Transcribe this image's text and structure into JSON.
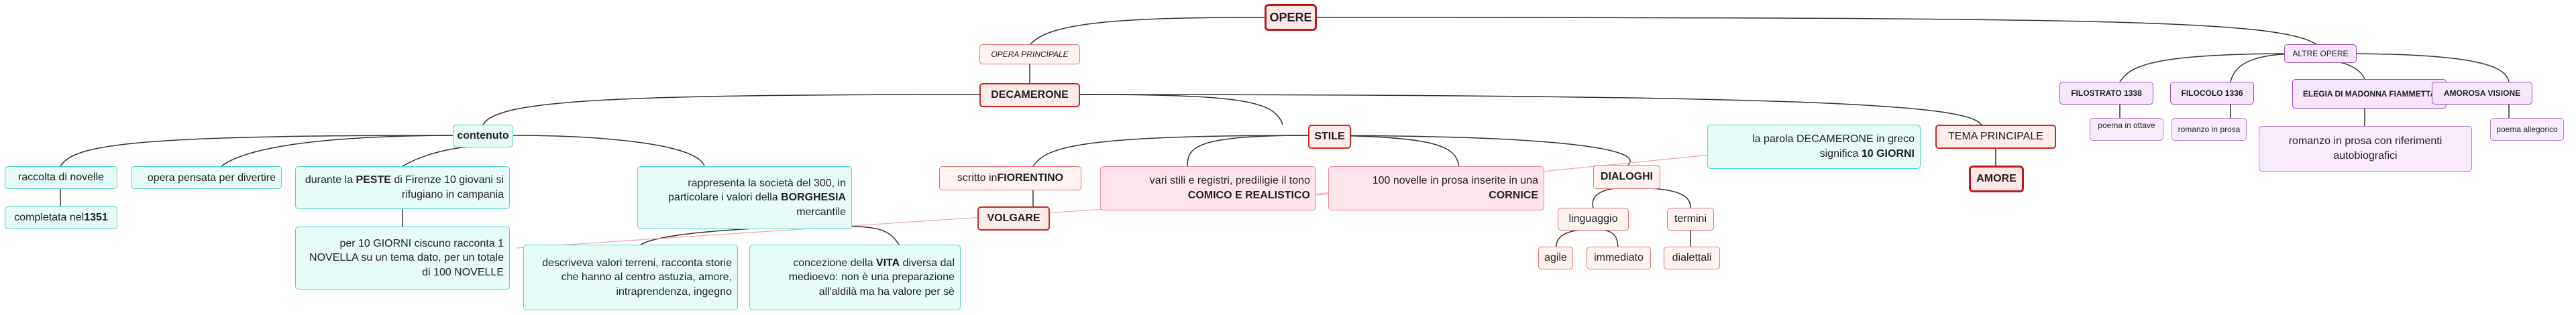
{
  "nodes": {
    "opere": "OPERE",
    "opera_principale": "OPERA PRINCIPALE",
    "decamerone": "DECAMERONE",
    "altre_opere": "ALTRE OPERE",
    "filostrato": "FILOSTRATO 1338",
    "filocolo": "FILOCOLO 1336",
    "elegia": "ELEGIA DI MADONNA FIAMMETTA",
    "amorosa": "AMOROSA VISIONE",
    "poema_ottave": "poema in ottave",
    "romanzo_prosa": "romanzo in prosa",
    "romanzo_autobio": "romanzo in prosa con riferimenti autobiografici",
    "poema_allegorico": "poema allegorico",
    "contenuto": "contenuto",
    "stile": "STILE",
    "tema_principale": "TEMA PRINCIPALE",
    "amore": "AMORE",
    "raccolta": "raccolta di novelle",
    "completata_pre": "completata nel ",
    "completata_bold": "1351",
    "pensata": "opera pensata per divertire",
    "durante_pre": "durante la ",
    "durante_bold": "PESTE",
    "durante_post": " di Firenze 10 giovani si rifugiano in campania",
    "per10": "per 10 GIORNI ciscuno racconta 1 NOVELLA su un tema dato, per un totale di 100 NOVELLE",
    "rappresenta_pre": "rappresenta la società del 300, in particolare i valori del",
    "rappresenta_la": "la ",
    "rappresenta_bold": "BORGHESIA",
    "rappresenta_post": " mercantile",
    "descriveva": "descriveva valori terreni, racconta storie che hanno al centro astuzia, amore, intraprendenza, ingegno",
    "concezione_pre": "concezione della ",
    "concezione_bold": "VITA",
    "concezione_post": " diversa dal medioevo: non è una preparazione all'aldilà ma ha valore per sè",
    "scritto_pre": "scritto in ",
    "scritto_bold": "FIORENTINO",
    "volgare": "VOLGARE",
    "vari_text": "vari stili e registri, prediligie il tono ",
    "vari_bold": "COMICO E REALISTICO",
    "cento_text": "100 novelle in prosa inserite in una ",
    "cento_bold": "CORNICE",
    "dialoghi": "DIALOGHI",
    "linguaggio": "linguaggio",
    "termini": "termini",
    "agile": "agile",
    "immediato": "immediato",
    "dialettali": "dialettali",
    "parola_text": "la parola DECAMERONE  in greco significa ",
    "parola_bold": "10 GIORNI"
  },
  "colors": {
    "red_dark": "#b71c1c",
    "red": "#c62828",
    "cyan": "#4dd9c8",
    "purple": "#9c4dbb",
    "pink": "#e98aa0",
    "connector": "#333333",
    "cross_link": "#f0a6ad"
  }
}
